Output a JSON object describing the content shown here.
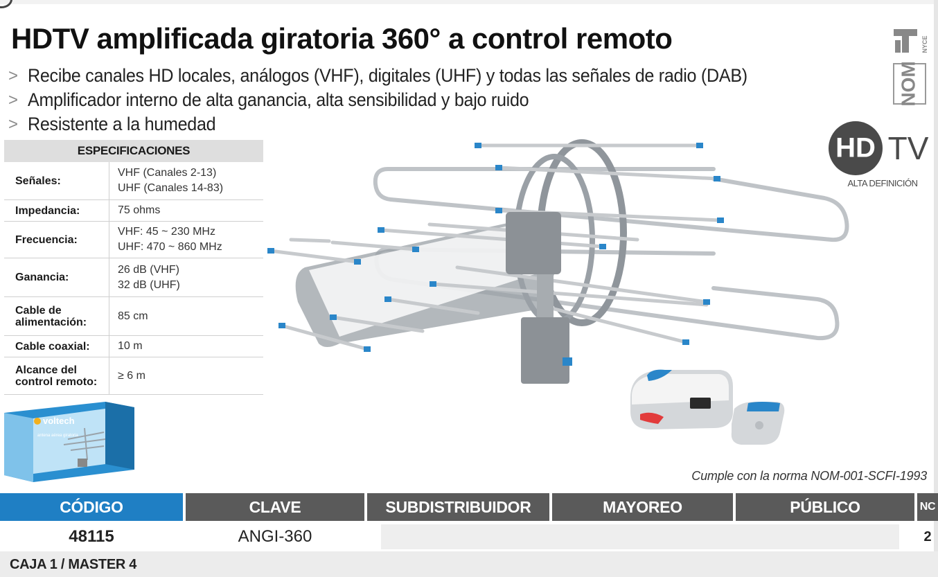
{
  "title": "HDTV amplificada giratoria 360° a control remoto",
  "feature_marker": ">",
  "features": [
    "Recibe canales HD locales, análogos (VHF), digitales (UHF) y todas las señales de radio (DAB)",
    "Amplificador interno de alta ganancia, alta sensibilidad y bajo ruido",
    "Resistente a la humedad"
  ],
  "badges": {
    "nom": "NOM",
    "nyce": "NYCE",
    "hd": "HD",
    "tv": "TV",
    "hd_subtitle": "ALTA DEFINICIÓN"
  },
  "specs": {
    "heading": "ESPECIFICACIONES",
    "rows": [
      {
        "label": "Señales:",
        "values": [
          "VHF (Canales 2-13)",
          "UHF (Canales 14-83)"
        ]
      },
      {
        "label": "Impedancia:",
        "values": [
          "75 ohms"
        ]
      },
      {
        "label": "Frecuencia:",
        "values": [
          "VHF: 45 ~ 230 MHz",
          "UHF: 470 ~ 860 MHz"
        ]
      },
      {
        "label": "Ganancia:",
        "values": [
          "26 dB (VHF)",
          "32 dB (UHF)"
        ]
      },
      {
        "label_lines": [
          "Cable de",
          "alimentación:"
        ],
        "values": [
          "85 cm"
        ]
      },
      {
        "label": "Cable coaxial:",
        "values": [
          "10 m"
        ]
      },
      {
        "label_lines": [
          "Alcance del",
          "control remoto:"
        ],
        "values": [
          "≥ 6 m"
        ]
      }
    ]
  },
  "box_brand": "voltech",
  "box_caption": "antena aérea giratoria",
  "compliance": "Cumple con la norma NOM-001-SCFI-1993",
  "price_table": {
    "headers": [
      "CÓDIGO",
      "CLAVE",
      "SUBDISTRIBUIDOR",
      "MAYOREO",
      "PÚBLICO",
      "NC"
    ],
    "row": {
      "codigo": "48115",
      "clave": "ANGI-360",
      "nc": "2"
    }
  },
  "footer": "CAJA 1 / MASTER 4",
  "colors": {
    "accent_blue": "#1f7fc4",
    "header_gray": "#5a5a5a",
    "band_gray": "#ececec"
  }
}
